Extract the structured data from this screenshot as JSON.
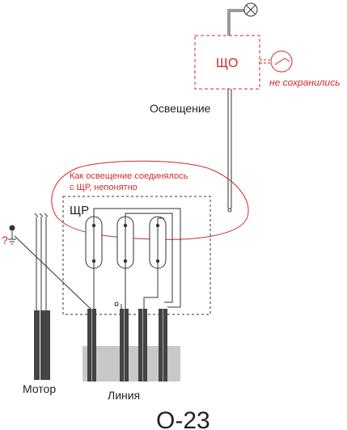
{
  "labels": {
    "shcho": "ЩО",
    "not_preserved": "не сохранились",
    "lighting": "Освещение",
    "note_line1": "Как освещение соединялось",
    "note_line2": "с ЩР, непонятно",
    "shchr": "ЩР",
    "question": "?",
    "motor": "Мотор",
    "line": "Линия",
    "code": "О-23"
  },
  "colors": {
    "annotation": "#d32a2a",
    "wire": "#333333",
    "cable": "#444444",
    "ground_block": "#c8c8c8"
  }
}
